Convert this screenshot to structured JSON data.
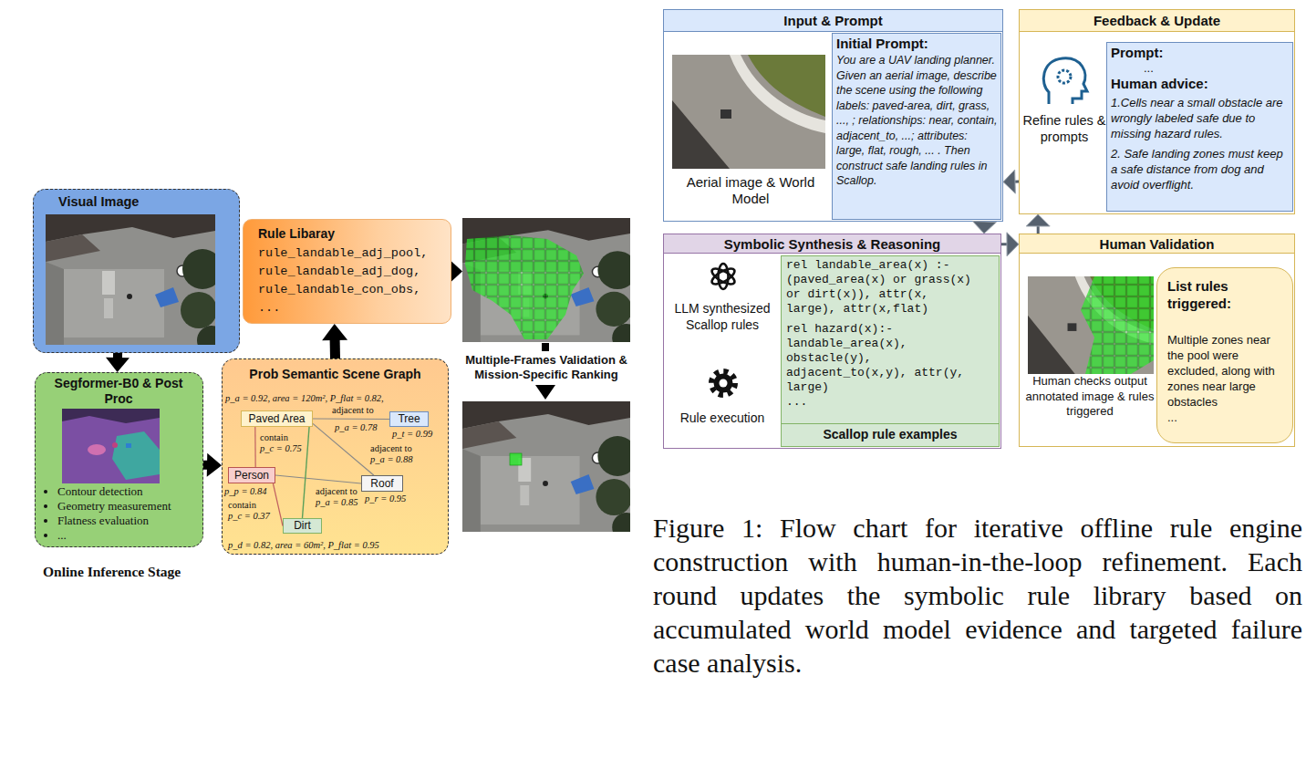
{
  "diagram": {
    "caption": "Figure 1: Flow chart for iterative offline rule engine construction with human-in-the-loop refinement. Each round updates the symbolic rule library based on accumulated world model evidence and targeted failure case analysis.",
    "nodes": [
      {
        "text": [
          "Visual Image"
        ]
      },
      {
        "text": [
          "Segformer-B0 & Post Proc",
          "Contour detection",
          "Geometry measurement",
          "Flatness evaluation",
          "..."
        ]
      },
      {
        "text": [
          "Prob Semantic Scene Graph"
        ]
      },
      {
        "text": [
          "Paved Area"
        ],
        "in": 2
      },
      {
        "text": [
          "Tree"
        ],
        "in": 2
      },
      {
        "text": [
          "Person"
        ],
        "in": 2
      },
      {
        "text": [
          "Roof"
        ],
        "in": 2
      },
      {
        "text": [
          "Dirt"
        ],
        "in": 2
      },
      {
        "text": [
          "Rule Libaray",
          "rule_landable_adj_pool,",
          "rule_landable_adj_dog,",
          "rule_landable_con_obs,",
          "..."
        ]
      },
      {
        "text": [
          "Multiple-Frames Validation & Mission-Specific Ranking"
        ]
      },
      {
        "text": [
          "Input & Prompt",
          "Aerial image & World Model"
        ]
      },
      {
        "text": [
          "Initial Prompt:",
          "You are a UAV landing planner. Given an aerial image, describe the scene using the following labels: paved-area, dirt, grass, ..., ; relationships: near, contain, adjacent_to, ...; attributes: large, flat, rough, ... . Then construct safe landing rules in Scallop."
        ],
        "in": 10
      },
      {
        "text": [
          "Feedback & Update",
          "Refine rules & prompts"
        ]
      },
      {
        "text": [
          "Prompt:",
          "...",
          "Human advice:",
          "1.Cells near a small obstacle are wrongly labeled safe due to missing hazard rules.",
          "2. Safe landing zones must keep a safe distance from dog and avoid overflight."
        ],
        "in": 12
      },
      {
        "text": [
          "Symbolic Synthesis & Reasoning",
          "LLM synthesized Scallop rules",
          "Rule execution"
        ]
      },
      {
        "text": [
          "rel landable_area(x) :- (paved_area(x) or grass(x) or dirt(x)), attr(x, large), attr(x,flat)",
          "rel hazard(x):- landable_area(x), obstacle(y), adjacent_to(x,y), attr(y, large)",
          "...",
          "Scallop rule examples"
        ],
        "in": 14
      },
      {
        "text": [
          "Human Validation",
          "Human checks output annotated image & rules triggered"
        ]
      },
      {
        "text": [
          "List rules triggered:",
          "Multiple zones near the pool were excluded, along with zones near large obstacles",
          "..."
        ],
        "in": 16
      }
    ],
    "edges": [
      {
        "from": 0,
        "to": 1,
        "arrow": "to"
      },
      {
        "from": 1,
        "to": 2,
        "arrow": "to"
      },
      {
        "from": 2,
        "to": 8,
        "arrow": "to"
      },
      {
        "from": 8,
        "to": 9,
        "arrow": "to"
      },
      {
        "from": 3,
        "to": 4,
        "label": "adjacent to",
        "arrow": "none"
      },
      {
        "from": 3,
        "to": 5,
        "label": "contain",
        "arrow": "none"
      },
      {
        "from": 3,
        "to": 6,
        "label": "adjacent to",
        "arrow": "none"
      },
      {
        "from": 5,
        "to": 6,
        "label": "adjacent to",
        "arrow": "none"
      },
      {
        "from": 5,
        "to": 7,
        "label": "contain",
        "arrow": "none"
      },
      {
        "from": 3,
        "to": 7,
        "arrow": "none"
      },
      {
        "from": 10,
        "to": 14,
        "arrow": "to"
      },
      {
        "from": 14,
        "to": 16,
        "arrow": "to"
      },
      {
        "from": 16,
        "to": 12,
        "arrow": "to"
      },
      {
        "from": 12,
        "to": 10,
        "arrow": "to"
      }
    ],
    "labels": [
      "Online Inference Stage",
      "p_a = 0.92, area = 120m², P_flat = 0.82,",
      "p_a = 0.78",
      "p_t = 0.99",
      "p_c = 0.75",
      "p_a = 0.88",
      "p_p = 0.84",
      "p_c = 0.37",
      "p_a = 0.85",
      "p_r = 0.95",
      "p_d = 0.82, area = 60m², P_flat = 0.95"
    ]
  }
}
